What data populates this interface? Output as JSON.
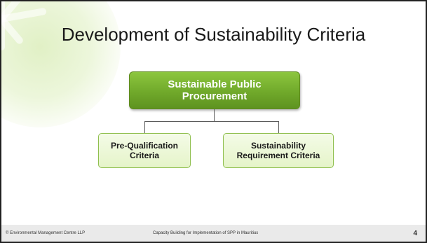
{
  "slide": {
    "title": "Development of Sustainability Criteria",
    "diagram": {
      "root": {
        "line1": "Sustainable Public",
        "line2": "Procurement"
      },
      "children": [
        {
          "line1": "Pre-Qualification",
          "line2": "Criteria"
        },
        {
          "line1": "Sustainability",
          "line2": "Requirement Criteria"
        }
      ]
    },
    "footer": {
      "left": "© Environmental Management Centre LLP",
      "center": "Capacity Building for Implementation of SPP in Mauritius",
      "page_number": "4"
    }
  }
}
